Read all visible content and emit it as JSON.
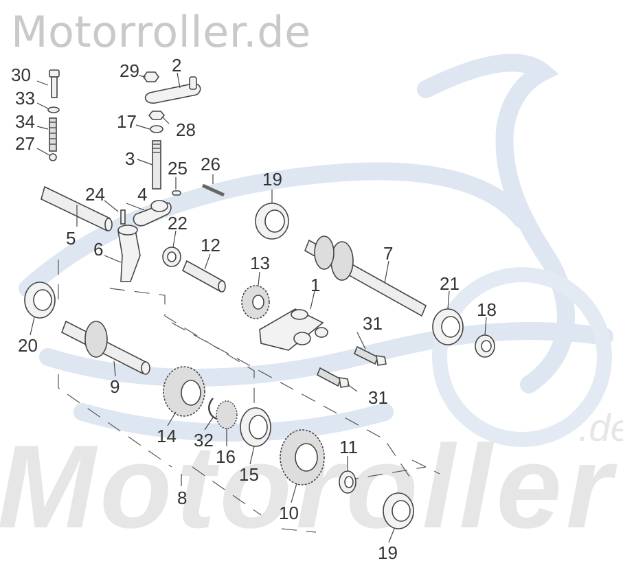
{
  "watermark": {
    "site": "Motorroller.de",
    "brand": "Motoroller",
    "suffix": ".de"
  },
  "colors": {
    "watermark_logo": "#dde6f1",
    "line": "#444444",
    "part_fill": "#f2f2f2",
    "label": "#333333"
  },
  "parts": [
    {
      "label": "30",
      "name": "bolt"
    },
    {
      "label": "33",
      "name": "washer"
    },
    {
      "label": "34",
      "name": "spring"
    },
    {
      "label": "27",
      "name": "ball"
    },
    {
      "label": "29",
      "name": "nut"
    },
    {
      "label": "2",
      "name": "shift-arm"
    },
    {
      "label": "17",
      "name": "washer"
    },
    {
      "label": "28",
      "name": "nut"
    },
    {
      "label": "3",
      "name": "shift-shaft"
    },
    {
      "label": "25",
      "name": "pin"
    },
    {
      "label": "26",
      "name": "pin"
    },
    {
      "label": "4",
      "name": "shift-plate"
    },
    {
      "label": "24",
      "name": "pin"
    },
    {
      "label": "5",
      "name": "fork-shaft"
    },
    {
      "label": "22",
      "name": "bushing"
    },
    {
      "label": "6",
      "name": "shift-fork"
    },
    {
      "label": "12",
      "name": "pin-shaft"
    },
    {
      "label": "19",
      "name": "bearing"
    },
    {
      "label": "13",
      "name": "gear"
    },
    {
      "label": "7",
      "name": "drive-shaft"
    },
    {
      "label": "21",
      "name": "bearing"
    },
    {
      "label": "18",
      "name": "seal"
    },
    {
      "label": "1",
      "name": "bracket"
    },
    {
      "label": "31",
      "name": "bolt"
    },
    {
      "label": "31",
      "name": "bolt"
    },
    {
      "label": "20",
      "name": "bearing"
    },
    {
      "label": "9",
      "name": "countershaft"
    },
    {
      "label": "14",
      "name": "gear"
    },
    {
      "label": "32",
      "name": "circlip"
    },
    {
      "label": "16",
      "name": "needle-bearing"
    },
    {
      "label": "15",
      "name": "sleeve"
    },
    {
      "label": "8",
      "name": "gear-set"
    },
    {
      "label": "10",
      "name": "gear"
    },
    {
      "label": "11",
      "name": "seal"
    },
    {
      "label": "19",
      "name": "bearing"
    }
  ]
}
